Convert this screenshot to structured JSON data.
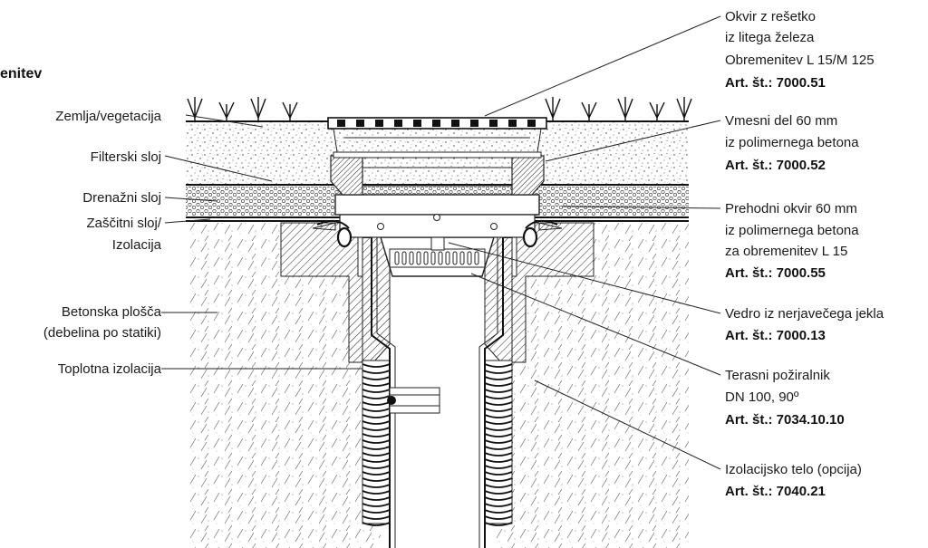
{
  "header": {
    "title_fragment": "enitev"
  },
  "labels_left": [
    {
      "id": "zemlja",
      "lines": [
        "Zemlja/vegetacija"
      ]
    },
    {
      "id": "filter",
      "lines": [
        "Filterski sloj"
      ]
    },
    {
      "id": "drenaz",
      "lines": [
        "Drenažni sloj"
      ]
    },
    {
      "id": "zascit",
      "lines": [
        "Zaščitni sloj/",
        "Izolacija"
      ]
    },
    {
      "id": "beton",
      "lines": [
        "Betonska plošča",
        "(debelina po statiki)"
      ]
    },
    {
      "id": "toplot",
      "lines": [
        "Toplotna izolacija"
      ]
    }
  ],
  "labels_right": [
    {
      "id": "okvir",
      "lines": [
        "Okvir z rešetko",
        "iz litega železa",
        "Obremenitev L 15/M 125"
      ],
      "art": "Art. št.: 7000.51"
    },
    {
      "id": "vmesni",
      "lines": [
        "Vmesni del 60 mm",
        "iz polimernega betona"
      ],
      "art": "Art. št.: 7000.52"
    },
    {
      "id": "prehod",
      "lines": [
        "Prehodni okvir 60 mm",
        "iz polimernega betona",
        "za obremenitev L 15"
      ],
      "art": "Art. št.: 7000.55"
    },
    {
      "id": "vedro",
      "lines": [
        "Vedro iz nerjavečega jekla"
      ],
      "art": "Art. št.: 7000.13"
    },
    {
      "id": "terasni",
      "lines": [
        "Terasni požiralnik",
        "DN 100, 90º"
      ],
      "art": "Art. št.: 7034.10.10"
    },
    {
      "id": "izolac",
      "lines": [
        "Izolacijsko telo (opcija)"
      ],
      "art": "Art. št.: 7040.21"
    }
  ]
}
